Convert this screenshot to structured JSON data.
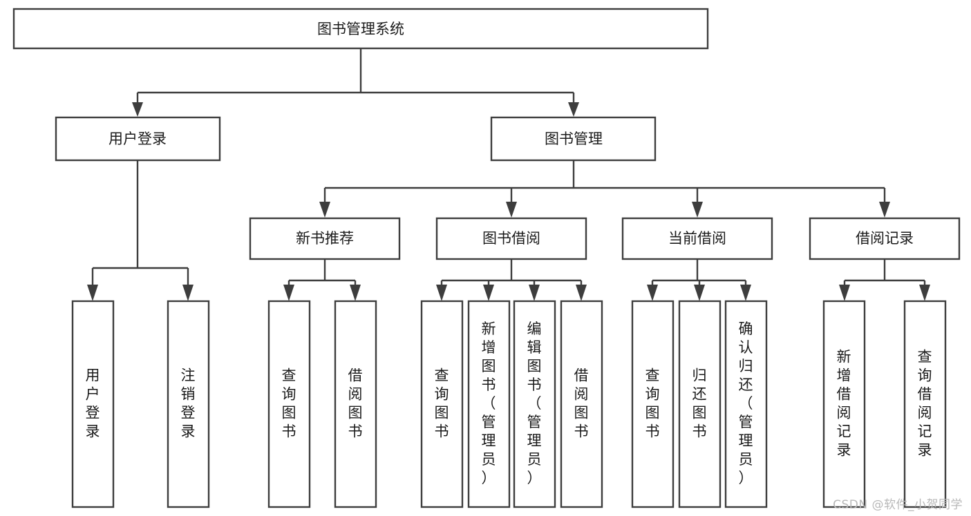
{
  "diagram": {
    "type": "tree-hierarchy-chart",
    "title": "图书管理系统",
    "watermark": "CSDN @软件_小贺同学",
    "levels": [
      {
        "level": 1,
        "nodes": [
          {
            "id": "root",
            "label": "图书管理系统"
          }
        ]
      },
      {
        "level": 2,
        "nodes": [
          {
            "id": "user-login",
            "label": "用户登录",
            "parent": "root"
          },
          {
            "id": "book-manage",
            "label": "图书管理",
            "parent": "root"
          }
        ]
      },
      {
        "level": 3,
        "nodes": [
          {
            "id": "new-book-rec",
            "label": "新书推荐",
            "parent": "book-manage"
          },
          {
            "id": "book-borrow",
            "label": "图书借阅",
            "parent": "book-manage"
          },
          {
            "id": "current-borrow",
            "label": "当前借阅",
            "parent": "book-manage"
          },
          {
            "id": "borrow-record",
            "label": "借阅记录",
            "parent": "book-manage"
          }
        ]
      },
      {
        "level": 4,
        "nodes": [
          {
            "id": "leaf-1",
            "label": "用户登录",
            "parent": "user-login"
          },
          {
            "id": "leaf-2",
            "label": "注销登录",
            "parent": "user-login"
          },
          {
            "id": "leaf-3",
            "label": "查询图书",
            "parent": "new-book-rec"
          },
          {
            "id": "leaf-4",
            "label": "借阅图书",
            "parent": "new-book-rec"
          },
          {
            "id": "leaf-5",
            "label": "查询图书",
            "parent": "book-borrow"
          },
          {
            "id": "leaf-6",
            "label": "新增图书（管理员）",
            "parent": "book-borrow"
          },
          {
            "id": "leaf-7",
            "label": "编辑图书（管理员）",
            "parent": "book-borrow"
          },
          {
            "id": "leaf-8",
            "label": "借阅图书",
            "parent": "book-borrow"
          },
          {
            "id": "leaf-9",
            "label": "查询图书",
            "parent": "current-borrow"
          },
          {
            "id": "leaf-10",
            "label": "归还图书",
            "parent": "current-borrow"
          },
          {
            "id": "leaf-11",
            "label": "确认归还（管理员）",
            "parent": "current-borrow"
          },
          {
            "id": "leaf-12",
            "label": "新增借阅记录",
            "parent": "borrow-record"
          },
          {
            "id": "leaf-13",
            "label": "查询借阅记录",
            "parent": "borrow-record"
          }
        ]
      }
    ],
    "colors": {
      "box_stroke": "#3d3d3d",
      "box_fill": "#ffffff",
      "text": "#1a1a1a",
      "connector": "#3d3d3d",
      "watermark": "#b8b8b8",
      "background": "#ffffff"
    }
  }
}
